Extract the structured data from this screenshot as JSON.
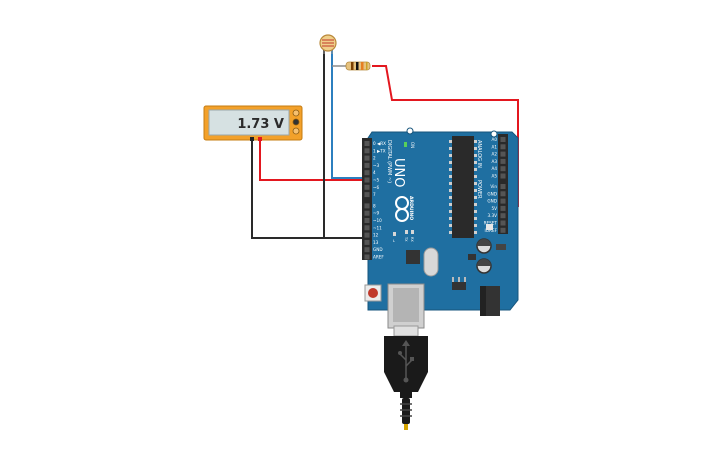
{
  "multimeter": {
    "reading": "1.73 V"
  },
  "board": {
    "model": "UNO",
    "brand": "ARDUINO",
    "digital_label": "DIGITAL (PWM ~)",
    "analog_label": "ANALOG IN",
    "power_label": "POWER",
    "on_label": "ON",
    "tx_label": "TX",
    "rx_label": "RX",
    "l_label": "L",
    "digital_pins": [
      "0 ◀RX",
      "1 ▶TX",
      "2",
      "~3",
      "4",
      "~5",
      "~6",
      "7",
      "8",
      "~9",
      "~10",
      "~11",
      "12",
      "13",
      "GND",
      "AREF"
    ],
    "analog_pins": [
      "A0",
      "A1",
      "A2",
      "A3",
      "A4",
      "A5"
    ],
    "power_pins": [
      "Vin",
      "GND",
      "GND",
      "5V",
      "3.3V",
      "RESET",
      "IOREF"
    ]
  },
  "colors": {
    "board": "#1f6fa1",
    "wire_red": "#e3171f",
    "wire_black": "#2a2a2a",
    "wire_blue": "#2c7fbf",
    "multimeter": "#f3a12a"
  }
}
